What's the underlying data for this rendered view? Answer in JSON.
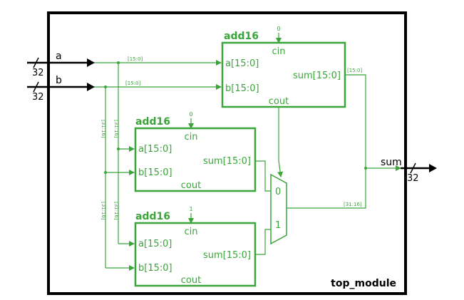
{
  "module": {
    "name": "top_module"
  },
  "inputs": {
    "a": "a",
    "b": "b",
    "width": "32"
  },
  "output": {
    "name": "sum",
    "width": "32"
  },
  "slices": {
    "low": "[15:0]",
    "high": "[31:16]"
  },
  "adders": [
    {
      "title": "add16",
      "cin": "cin",
      "cin_value": "0",
      "a": "a[15:0]",
      "b": "b[15:0]",
      "sum": "sum[15:0]",
      "cout": "cout"
    },
    {
      "title": "add16",
      "cin": "cin",
      "cin_value": "0",
      "a": "a[15:0]",
      "b": "b[15:0]",
      "sum": "sum[15:0]",
      "cout": "cout"
    },
    {
      "title": "add16",
      "cin": "cin",
      "cin_value": "1",
      "a": "a[15:0]",
      "b": "b[15:0]",
      "sum": "sum[15:0]",
      "cout": "cout"
    }
  ],
  "mux": {
    "in0": "0",
    "in1": "1"
  },
  "colors": {
    "wire": "#3aa53a",
    "frame": "#000000"
  }
}
